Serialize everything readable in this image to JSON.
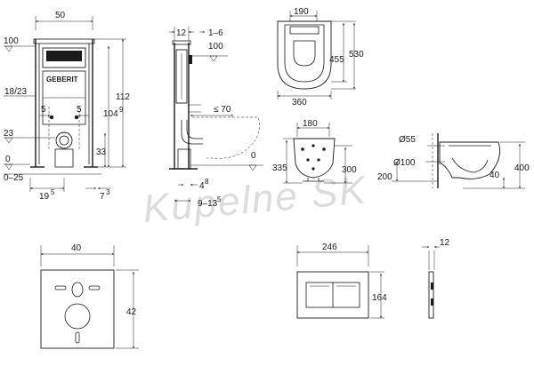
{
  "watermark": "Kupelne SK",
  "frame_front": {
    "width": "50",
    "level_top": "100",
    "level_mid": "23",
    "level_floor": "0",
    "level_sub": "0–25",
    "height_total": "112",
    "height_inner": "104",
    "height_inner_sup": "9",
    "height_low": "33",
    "pipe_range": "18/23",
    "spacing_left": "5",
    "spacing_right": "5",
    "foot_left": "19",
    "foot_left_sup": "5",
    "foot_right": "7",
    "foot_right_sup": "3",
    "brand": "GEBERIT"
  },
  "frame_side": {
    "depth": "12",
    "adjust": "1–6",
    "level_top": "100",
    "bowl_min": "≤ 70",
    "level_floor": "0",
    "offset": "4",
    "offset_sup": "8",
    "range": "9–13",
    "range_sup": "5"
  },
  "bowl_top": {
    "width": "190",
    "length_inner": "455",
    "length_outer": "530",
    "width_outer": "360"
  },
  "bowl_front": {
    "top_width": "180",
    "height_left": "335",
    "height_right": "300"
  },
  "bowl_side": {
    "d_top": "Ø55",
    "d_main": "Ø100",
    "h_left": "200",
    "h_right": "400",
    "h_low": "40"
  },
  "pad": {
    "width": "40",
    "height": "42"
  },
  "plate_front": {
    "width": "246",
    "height": "164"
  },
  "plate_side": {
    "depth": "12"
  }
}
